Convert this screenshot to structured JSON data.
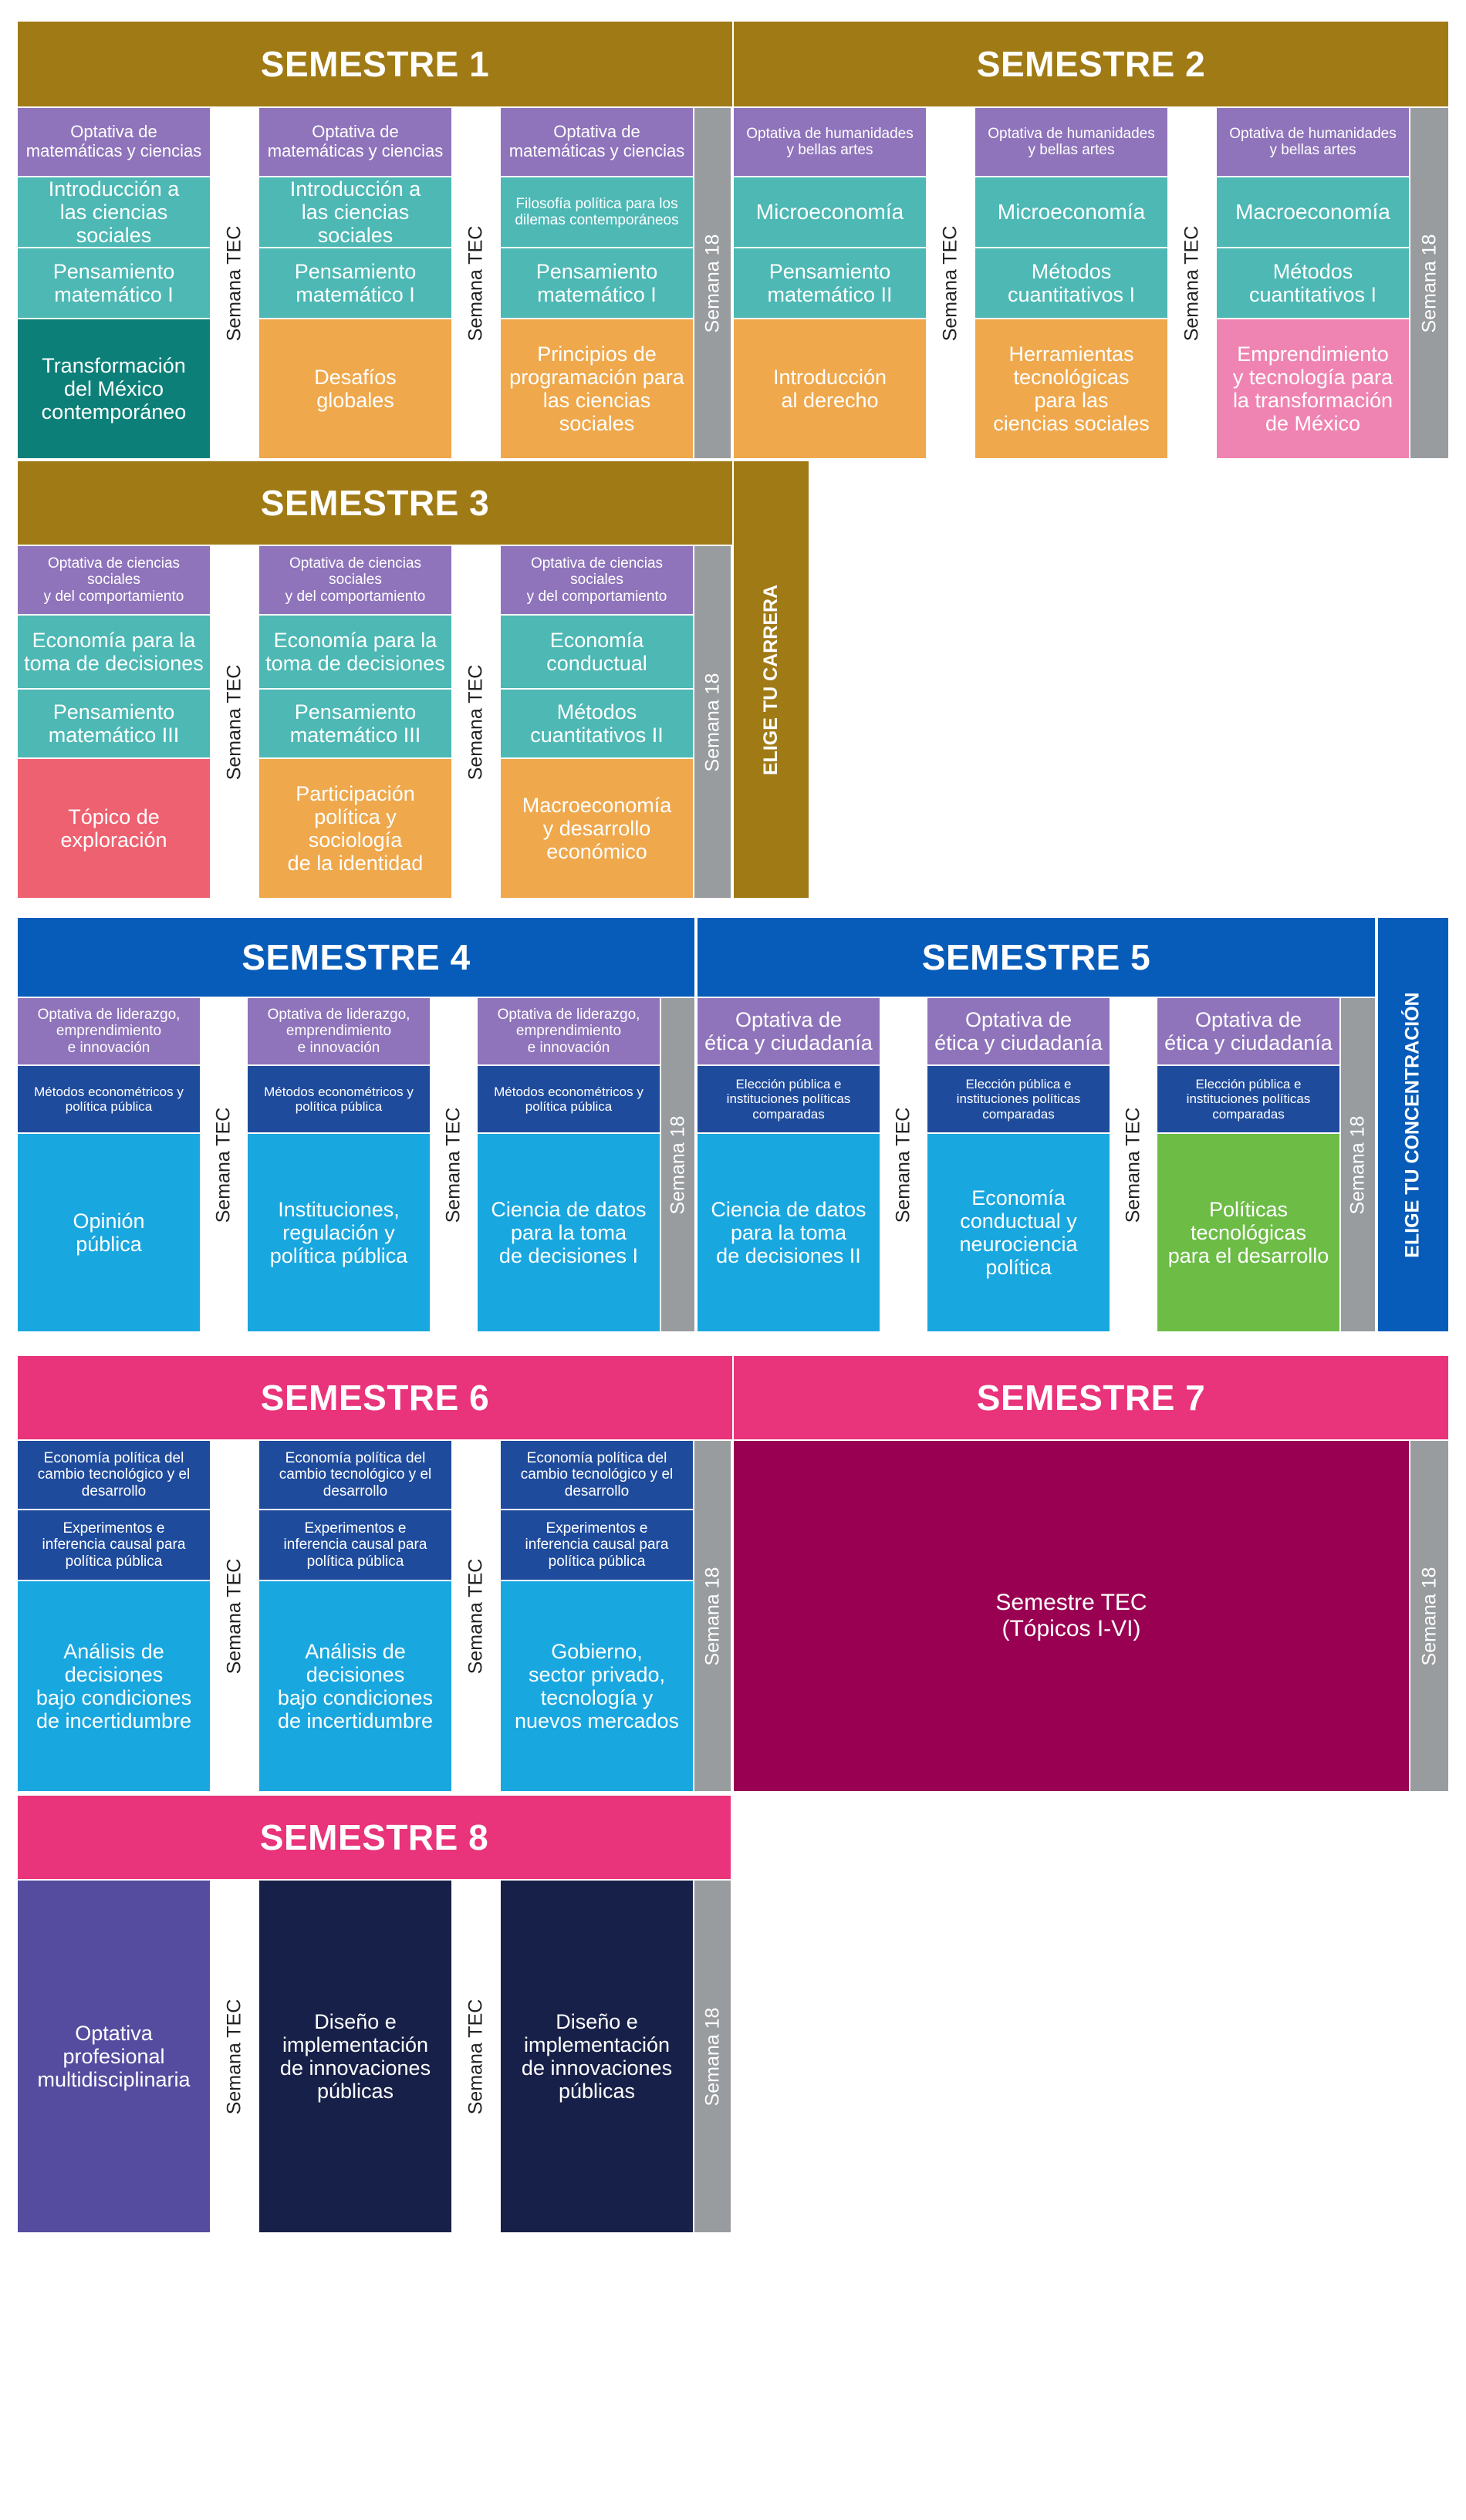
{
  "colors": {
    "gold": "#a07a15",
    "purple": "#8f74bb",
    "teal": "#4db8b4",
    "darkteal": "#0c8078",
    "orange": "#efa84c",
    "pink": "#ef84b2",
    "coral": "#ee6170",
    "blue": "#075cb9",
    "navy": "#1f4b9d",
    "cyan": "#19a7df",
    "green": "#6cbc46",
    "magenta": "#e9337a",
    "maroon": "#9a0052",
    "violet": "#554ca0",
    "darknavy": "#172048",
    "gray": "#999c9f"
  },
  "headers": {
    "s1": "SEMESTRE 1",
    "s2": "SEMESTRE 2",
    "s3": "SEMESTRE 3",
    "s4": "SEMESTRE 4",
    "s5": "SEMESTRE 5",
    "s6": "SEMESTRE 6",
    "s7": "SEMESTRE 7",
    "s8": "SEMESTRE 8"
  },
  "labels": {
    "semana_tec": "Semana TEC",
    "semana_18": "Semana 18",
    "elige_carrera": "ELIGE TU CARRERA",
    "elige_concentracion": "ELIGE TU CONCENTRACIÓN"
  },
  "s1": {
    "c1": [
      "Optativa de\nmatemáticas y ciencias",
      "Introducción a\nlas ciencias sociales",
      "Pensamiento\nmatemático I",
      "Transformación\ndel México\ncontemporáneo"
    ],
    "c2": [
      "Optativa de\nmatemáticas y ciencias",
      "Introducción a\nlas ciencias sociales",
      "Pensamiento\nmatemático I",
      "Desafíos\nglobales"
    ],
    "c3": [
      "Optativa de\nmatemáticas y ciencias",
      "Filosofía política para los\ndilemas contemporáneos",
      "Pensamiento\nmatemático I",
      "Principios de\nprogramación para\nlas ciencias sociales"
    ]
  },
  "s2": {
    "c1": [
      "Optativa de humanidades\ny bellas artes",
      "Microeconomía",
      "Pensamiento\nmatemático II",
      "Introducción\nal derecho"
    ],
    "c2": [
      "Optativa de humanidades\ny bellas artes",
      "Microeconomía",
      "Métodos\ncuantitativos I",
      "Herramientas\ntecnológicas\npara las\nciencias sociales"
    ],
    "c3": [
      "Optativa de humanidades\ny bellas artes",
      "Macroeconomía",
      "Métodos\ncuantitativos I",
      "Emprendimiento\ny tecnología para\nla transformación\nde México"
    ]
  },
  "s3": {
    "c1": [
      "Optativa de ciencias sociales\ny del comportamiento",
      "Economía para la\ntoma de decisiones",
      "Pensamiento\nmatemático III",
      "Tópico de\nexploración"
    ],
    "c2": [
      "Optativa de ciencias sociales\ny del comportamiento",
      "Economía para la\ntoma de decisiones",
      "Pensamiento\nmatemático III",
      "Participación\npolítica y sociología\nde la identidad"
    ],
    "c3": [
      "Optativa de ciencias sociales\ny del comportamiento",
      "Economía conductual",
      "Métodos\ncuantitativos II",
      "Macroeconomía\ny desarrollo\neconómico"
    ]
  },
  "s4": {
    "c1": [
      "Optativa de liderazgo,\nemprendimiento\ne innovación",
      "Métodos econométricos y\npolítica pública",
      "Opinión\npública"
    ],
    "c2": [
      "Optativa de liderazgo,\nemprendimiento\ne innovación",
      "Métodos econométricos y\npolítica pública",
      "Instituciones,\nregulación y\npolítica pública"
    ],
    "c3": [
      "Optativa de liderazgo,\nemprendimiento\ne innovación",
      "Métodos econométricos y\npolítica pública",
      "Ciencia de datos\npara la toma\nde decisiones I"
    ]
  },
  "s5": {
    "c1": [
      "Optativa de\nética y ciudadanía",
      "Elección pública e\ninstituciones políticas\ncomparadas",
      "Ciencia de datos\npara la toma\nde decisiones II"
    ],
    "c2": [
      "Optativa de\nética y ciudadanía",
      "Elección pública e\ninstituciones políticas\ncomparadas",
      "Economía\nconductual y\nneurociencia\npolítica"
    ],
    "c3": [
      "Optativa de\nética y ciudadanía",
      "Elección pública e\ninstituciones políticas\ncomparadas",
      "Políticas\ntecnológicas\npara el desarrollo"
    ]
  },
  "s6": {
    "c1": [
      "Economía política del\ncambio tecnológico y el\ndesarrollo",
      "Experimentos e\ninferencia causal para\npolítica pública",
      "Análisis de decisiones\nbajo condiciones\nde incertidumbre"
    ],
    "c2": [
      "Economía política del\ncambio tecnológico y el\ndesarrollo",
      "Experimentos e\ninferencia causal para\npolítica pública",
      "Análisis de decisiones\nbajo condiciones\nde incertidumbre"
    ],
    "c3": [
      "Economía política del\ncambio tecnológico y el\ndesarrollo",
      "Experimentos e\ninferencia causal para\npolítica pública",
      "Gobierno,\nsector privado,\ntecnología y\nnuevos mercados"
    ]
  },
  "s7": {
    "block": "Semestre TEC\n(Tópicos I-VI)"
  },
  "s8": {
    "c1": "Optativa\nprofesional\nmultidisciplinaria",
    "c2": "Diseño e\nimplementación\nde innovaciones\npúblicas",
    "c3": "Diseño e\nimplementación\nde innovaciones\npúblicas"
  }
}
